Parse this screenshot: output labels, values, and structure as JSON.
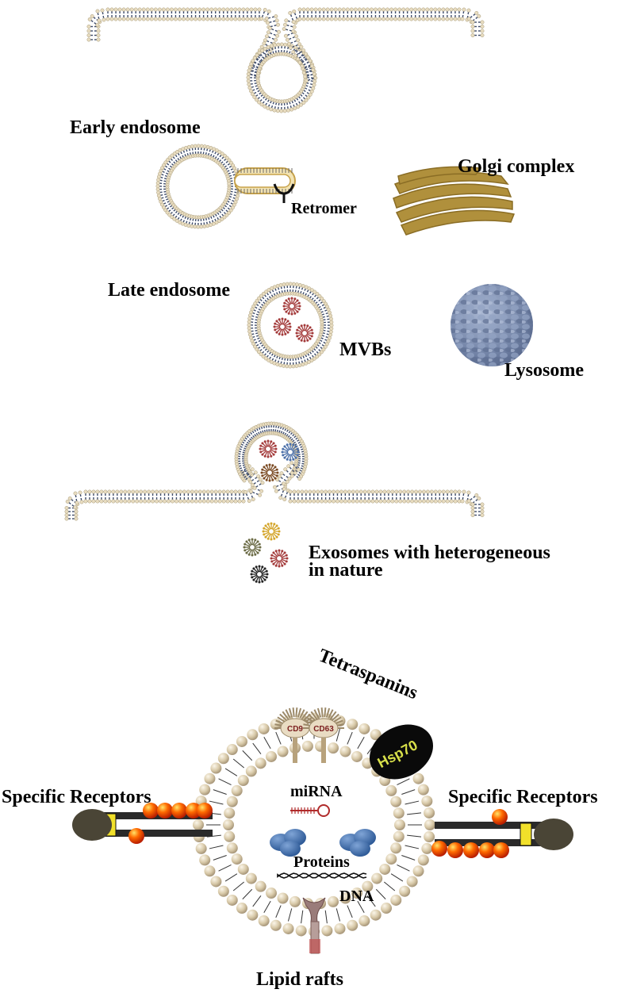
{
  "labels": {
    "early_endosome": "Early endosome",
    "golgi_complex": "Golgi complex",
    "retromer": "Retromer",
    "late_endosome": "Late endosome",
    "mvbs": "MVBs",
    "lysosome": "Lysosome",
    "exosomes_line1": "Exosomes with heterogeneous",
    "exosomes_line2": "in nature",
    "tetraspanins": "Tetraspanins",
    "cd9": "CD9",
    "cd63": "CD63",
    "hsp70": "Hsp70",
    "specific_receptors_left": "Specific Receptors",
    "specific_receptors_right": "Specific Receptors",
    "mirna": "miRNA",
    "proteins": "Proteins",
    "dna": "DNA",
    "lipid_rafts": "Lipid rafts"
  },
  "colors": {
    "lipid_head": "#e8dcc0",
    "lipid_tail": "#3c4a6a",
    "golgi": "#b0903c",
    "lysosome": "#7d8db0",
    "mvb_red": "#a33a3a",
    "mvb_blue": "#4b6fa8",
    "mvb_brown": "#7a4a22",
    "mvb_yellow": "#d4a52a",
    "mvb_olive": "#6b6b45",
    "mvb_black": "#222222",
    "protein": "#4a78b5",
    "receptor": "#4a4536",
    "orange": "#f05a0a",
    "hsp70_bg": "#0a0a0a",
    "hsp70_text": "#d8e04a",
    "ball": "#d6c7a6"
  }
}
